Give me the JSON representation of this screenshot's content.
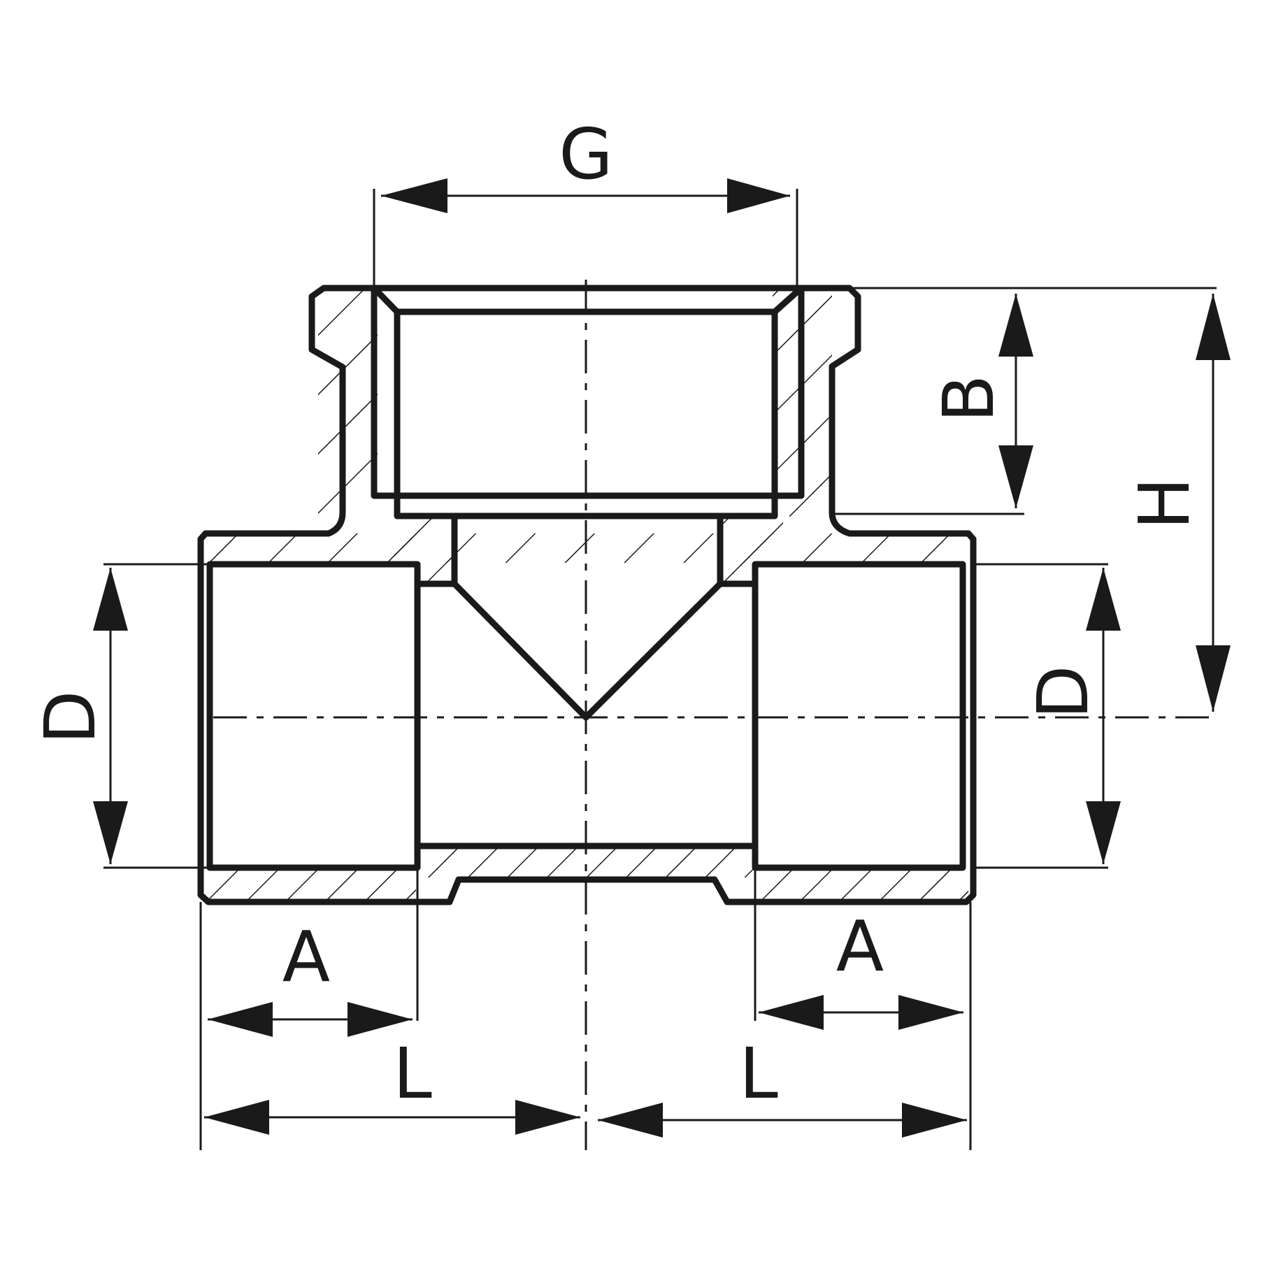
{
  "labels": {
    "g": "G",
    "b": "B",
    "h": "H",
    "d_left": "D",
    "d_right": "D",
    "a_left": "A",
    "a_right": "A",
    "l_left": "L",
    "l_right": "L"
  },
  "colors": {
    "ink": "#1a1a1a",
    "background": "#ffffff"
  }
}
